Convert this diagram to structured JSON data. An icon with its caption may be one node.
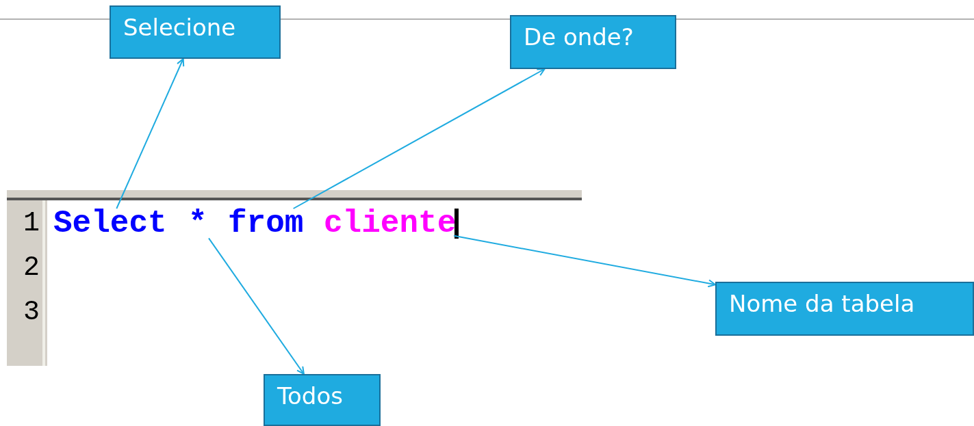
{
  "diagram": {
    "nodes": [
      {
        "text": [
          "Selecione"
        ]
      },
      {
        "text": [
          "De onde?"
        ]
      },
      {
        "text": [
          "Select"
        ]
      },
      {
        "text": [
          "*"
        ]
      },
      {
        "text": [
          "from"
        ]
      },
      {
        "text": [
          "cliente"
        ]
      },
      {
        "text": [
          "Nome da tabela"
        ]
      },
      {
        "text": [
          "Todos"
        ]
      }
    ],
    "edges": [
      {
        "from": 2,
        "to": 0,
        "arrow": "to"
      },
      {
        "from": 4,
        "to": 1,
        "arrow": "to"
      },
      {
        "from": 5,
        "to": 6,
        "arrow": "to"
      },
      {
        "from": 3,
        "to": 7,
        "arrow": "to"
      }
    ],
    "labels": [
      "1",
      "2",
      "3"
    ]
  }
}
